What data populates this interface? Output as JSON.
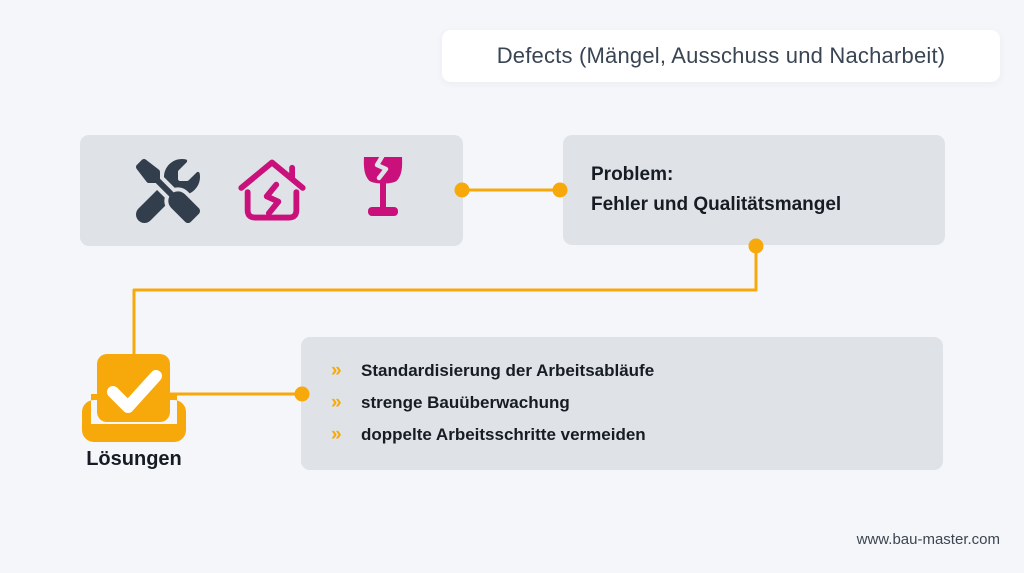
{
  "title": {
    "label": "Defects (Mängel, Ausschuss und Nacharbeit)"
  },
  "defects_panel": {
    "icons": [
      "screwdriver-wrench-icon",
      "cracked-house-icon",
      "broken-glass-icon"
    ]
  },
  "problem": {
    "line1": "Problem:",
    "line2": "Fehler und Qualitätsmangel"
  },
  "solutions": {
    "icon": "checkbox-ballot-icon",
    "label": "Lösungen",
    "marker": "»",
    "items": [
      "Standardisierung der Arbeitsabläufe",
      "strenge Bauüberwachung",
      "doppelte Arbeitsschritte vermeiden"
    ]
  },
  "footer": {
    "website": "www.bau-master.com"
  },
  "colors": {
    "background": "#F5F6FA",
    "panel": "#DFE2E6",
    "card": "#FFFFFF",
    "yellow": "#F7A80A",
    "magenta": "#C9107B",
    "dark": "#333E4C",
    "text": "#171C24",
    "title": "#3A4553",
    "footer": "#3C4551"
  }
}
